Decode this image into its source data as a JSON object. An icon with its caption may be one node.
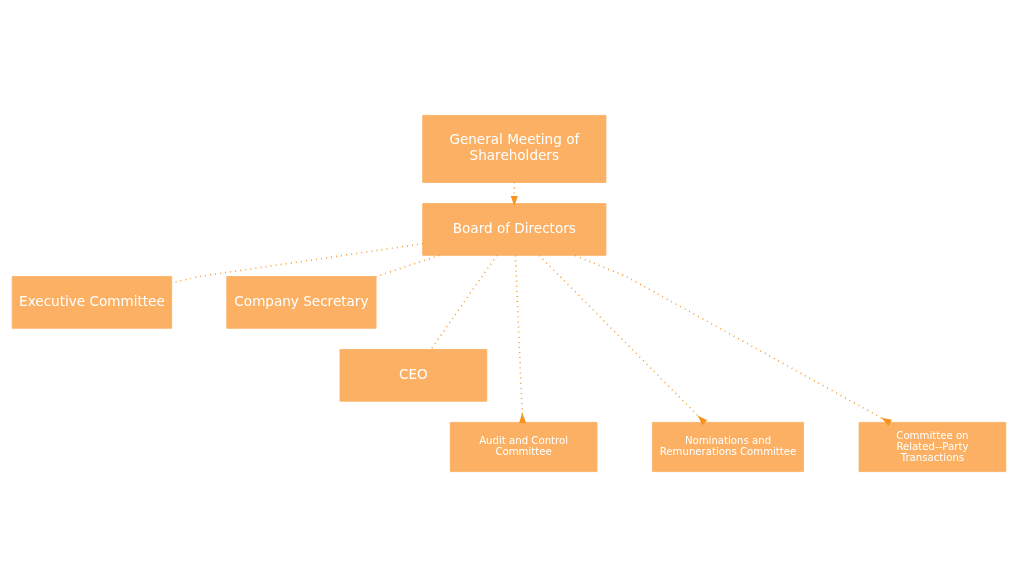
{
  "diagram": {
    "nodes": [
      {
        "text": [
          "General Meeting of Shareholders"
        ]
      },
      {
        "text": [
          "Board of Directors"
        ]
      },
      {
        "text": [
          "Executive Committee"
        ]
      },
      {
        "text": [
          "Company Secretary"
        ]
      },
      {
        "text": [
          "CEO"
        ]
      },
      {
        "text": [
          "Audit and Control Committee"
        ]
      },
      {
        "text": [
          "Nominations and Remunerations Committee"
        ]
      },
      {
        "text": [
          "Committee on Related--Party Transactions"
        ]
      }
    ],
    "edges": [
      {
        "from": 0,
        "to": 1,
        "arrow": "to",
        "style": "dashed"
      },
      {
        "from": 1,
        "to": 2,
        "arrow": "none",
        "style": "dashed"
      },
      {
        "from": 1,
        "to": 3,
        "arrow": "none",
        "style": "dashed"
      },
      {
        "from": 1,
        "to": 4,
        "arrow": "none",
        "style": "dashed"
      },
      {
        "from": 1,
        "to": 5,
        "arrow": "other",
        "style": "dashed"
      },
      {
        "from": 1,
        "to": 6,
        "arrow": "other",
        "style": "dashed"
      },
      {
        "from": 1,
        "to": 7,
        "arrow": "other",
        "style": "dashed"
      }
    ]
  }
}
